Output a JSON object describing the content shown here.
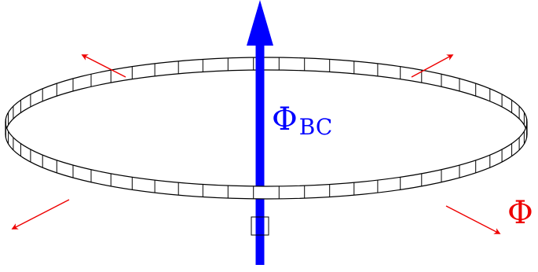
{
  "labels": {
    "center_flux": "Φ",
    "center_flux_subscript": "BC",
    "edge_flux": "Φ"
  },
  "colors": {
    "center_arrow": "#0000ff",
    "edge_arrows": "#ee0000",
    "ring": "#000000"
  },
  "ring": {
    "segments": 64
  }
}
